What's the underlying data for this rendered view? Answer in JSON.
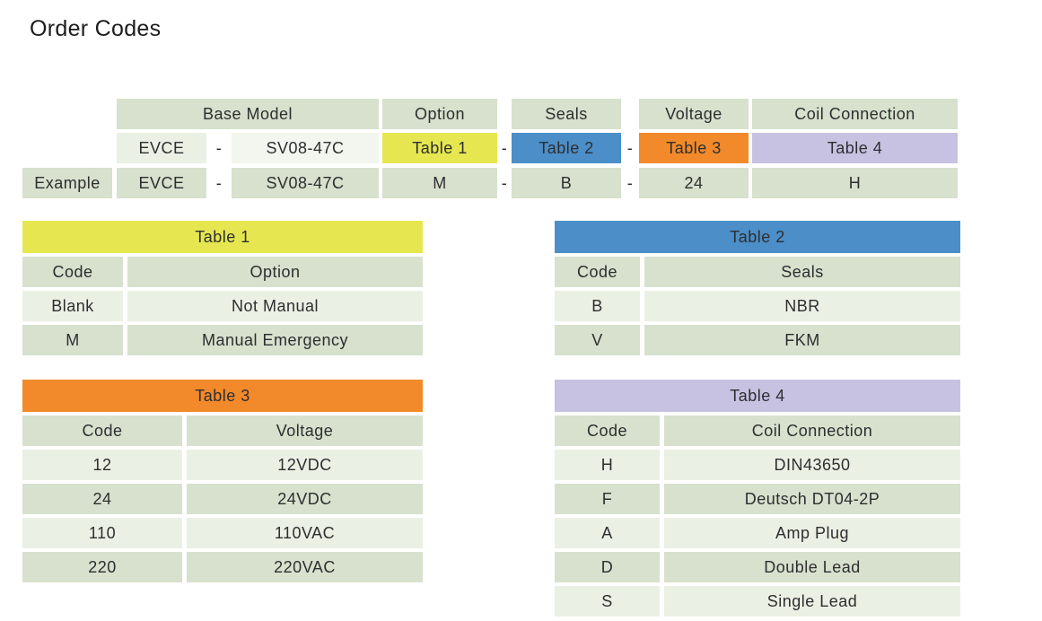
{
  "page": {
    "title": "Order Codes"
  },
  "colors": {
    "cell_green": "#d7e1cd",
    "cell_green_light": "#ebf0e4",
    "cell_near_white": "#f3f6ef",
    "text": "#2e2e30",
    "background": "#ffffff"
  },
  "code_builder": {
    "column_headers": [
      "Base Model",
      "Option",
      "Seals",
      "Voltage",
      "Coil Connection"
    ],
    "separator": "-",
    "example_label": "Example",
    "model_row": {
      "prefix": "EVCE",
      "base": "SV08-47C",
      "option": "Table 1",
      "seals": "Table 2",
      "voltage": "Table 3",
      "coil_connection": "Table 4"
    },
    "example_row": {
      "prefix": "EVCE",
      "base": "SV08-47C",
      "option": "M",
      "seals": "B",
      "voltage": "24",
      "coil_connection": "H"
    }
  },
  "tables": [
    {
      "title": "Table 1",
      "header_color": "#e6e750",
      "columns": [
        "Code",
        "Option"
      ],
      "rows": [
        [
          "Blank",
          "Not Manual"
        ],
        [
          "M",
          "Manual Emergency"
        ]
      ]
    },
    {
      "title": "Table 2",
      "header_color": "#4b8ec8",
      "columns": [
        "Code",
        "Seals"
      ],
      "rows": [
        [
          "B",
          "NBR"
        ],
        [
          "V",
          "FKM"
        ]
      ]
    },
    {
      "title": "Table 3",
      "header_color": "#f28a2b",
      "columns": [
        "Code",
        "Voltage"
      ],
      "rows": [
        [
          "12",
          "12VDC"
        ],
        [
          "24",
          "24VDC"
        ],
        [
          "110",
          "110VAC"
        ],
        [
          "220",
          "220VAC"
        ]
      ]
    },
    {
      "title": "Table 4",
      "header_color": "#c7c2e2",
      "columns": [
        "Code",
        "Coil Connection"
      ],
      "rows": [
        [
          "H",
          "DIN43650"
        ],
        [
          "F",
          "Deutsch DT04-2P"
        ],
        [
          "A",
          "Amp Plug"
        ],
        [
          "D",
          "Double Lead"
        ],
        [
          "S",
          "Single Lead"
        ]
      ]
    }
  ]
}
